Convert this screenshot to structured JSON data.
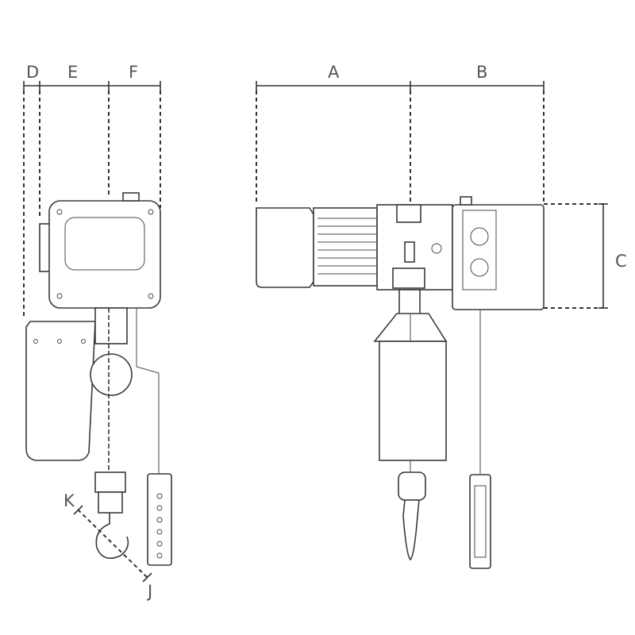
{
  "dimension_labels": {
    "D": "D",
    "E": "E",
    "F": "F",
    "A": "A",
    "B": "B",
    "C": "C",
    "K": "K",
    "J": "J"
  },
  "colors": {
    "line": "#3a3a3a",
    "label": "#555555",
    "background": "#ffffff"
  }
}
